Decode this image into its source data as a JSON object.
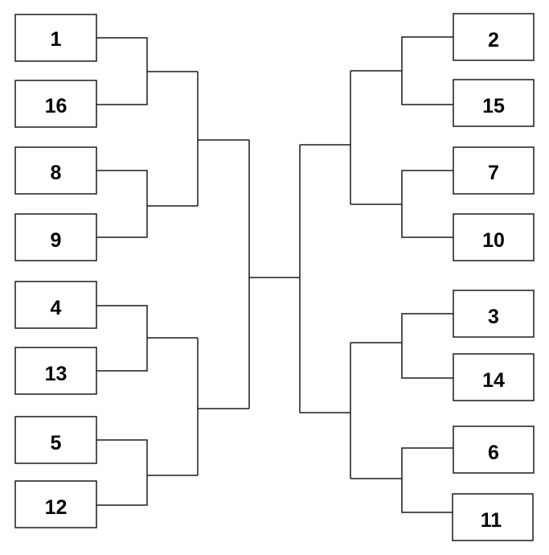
{
  "bracket": {
    "left_seeds": [
      "1",
      "16",
      "8",
      "9",
      "4",
      "13",
      "5",
      "12"
    ],
    "right_seeds": [
      "2",
      "15",
      "7",
      "10",
      "3",
      "14",
      "6",
      "11"
    ]
  },
  "colors": {
    "line": "#1a1a1a",
    "box_fill": "#ffffff",
    "text": "#000000"
  }
}
